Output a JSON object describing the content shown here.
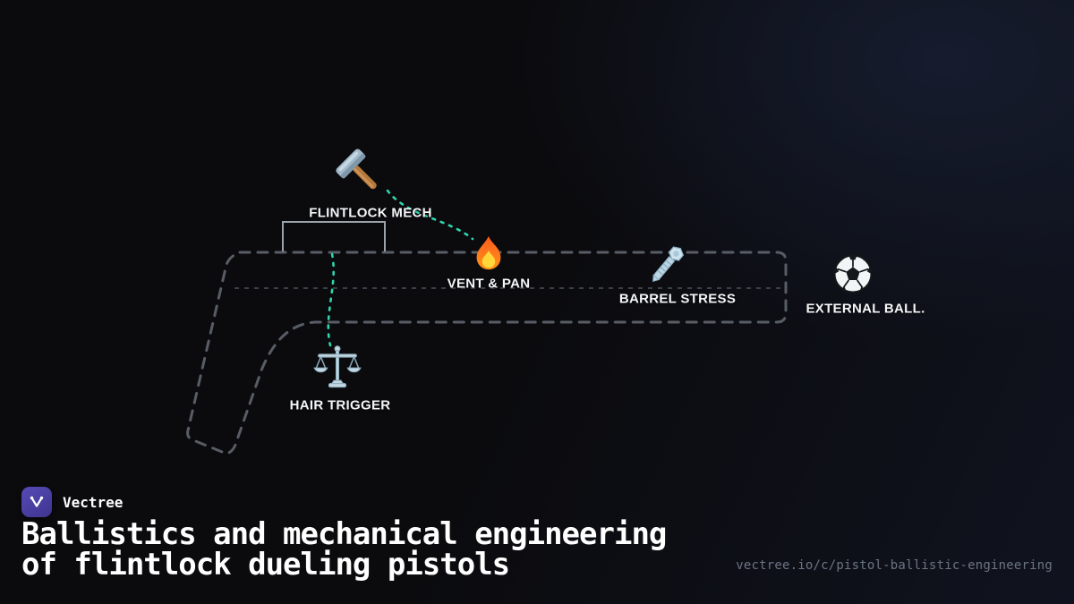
{
  "colors": {
    "bg-dark": "#0a0b0f",
    "bg-tint": "#161c2e",
    "outline": "#585d65",
    "inner-line": "#3b3f47",
    "bracket": "#9aa2ab",
    "connector": "#2fd5ad",
    "label": "#f3f5f7",
    "title": "#ffffff",
    "url": "#6b7484",
    "logo-bg": "#4b3fa7"
  },
  "nodes": {
    "flintlock": {
      "label": "FLINTLOCK MECH",
      "icon": "hammer-icon"
    },
    "vent": {
      "label": "VENT & PAN",
      "icon": "flame-icon"
    },
    "barrel": {
      "label": "BARREL STRESS",
      "icon": "nut-and-bolt-icon"
    },
    "external": {
      "label": "EXTERNAL BALL.",
      "icon": "soccer-ball-icon"
    },
    "trigger": {
      "label": "HAIR TRIGGER",
      "icon": "balance-scale-icon"
    }
  },
  "footer": {
    "brand": "Vectree",
    "title_line1": "Ballistics and mechanical engineering",
    "title_line2": "of flintlock dueling pistols",
    "url": "vectree.io/c/pistol-ballistic-engineering"
  }
}
